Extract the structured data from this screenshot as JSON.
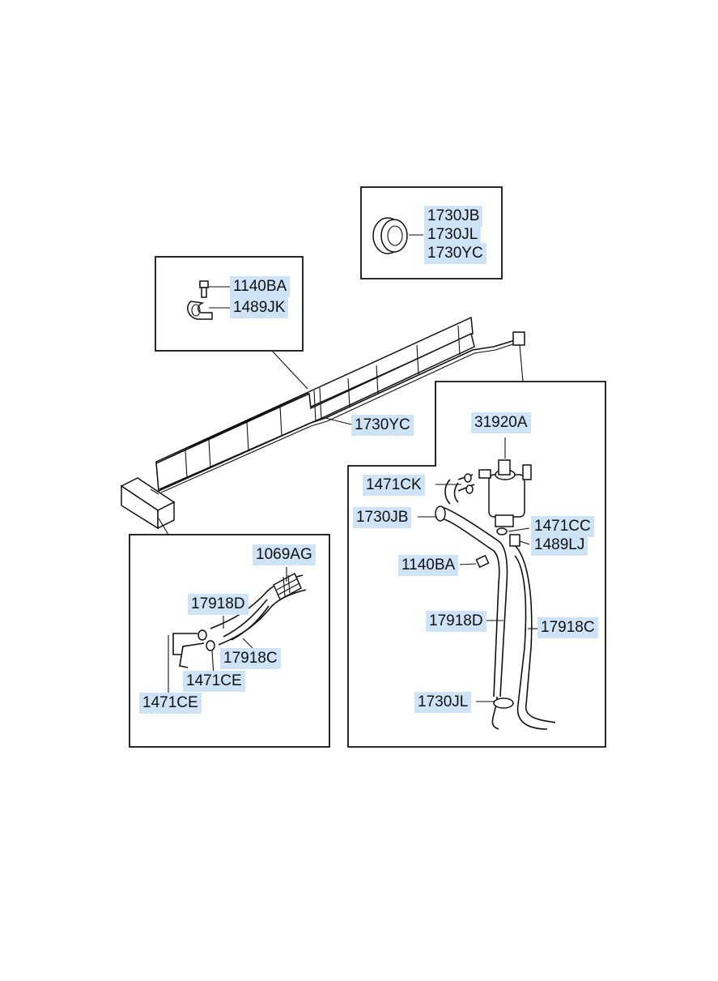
{
  "callouts": {
    "top_grommet": [
      "1730JB",
      "1730JL",
      "1730YC"
    ],
    "bolt_clip": [
      "1140BA",
      "1489JK"
    ],
    "main_grommet": "1730YC",
    "filter": "31920A",
    "clamp_k": "1471CK",
    "grommet_jb": "1730JB",
    "clamp_c": "1471CC",
    "clip_lj": "1489LJ",
    "bolt_right": "1140BA",
    "hose_d_right": "17918D",
    "hose_c_right": "17918C",
    "grommet_jl": "1730JL",
    "tank_pipe": "1069AG",
    "hose_d_left": "17918D",
    "hose_c_left": "17918C",
    "clamp_e1": "1471CE",
    "clamp_e2": "1471CE"
  }
}
